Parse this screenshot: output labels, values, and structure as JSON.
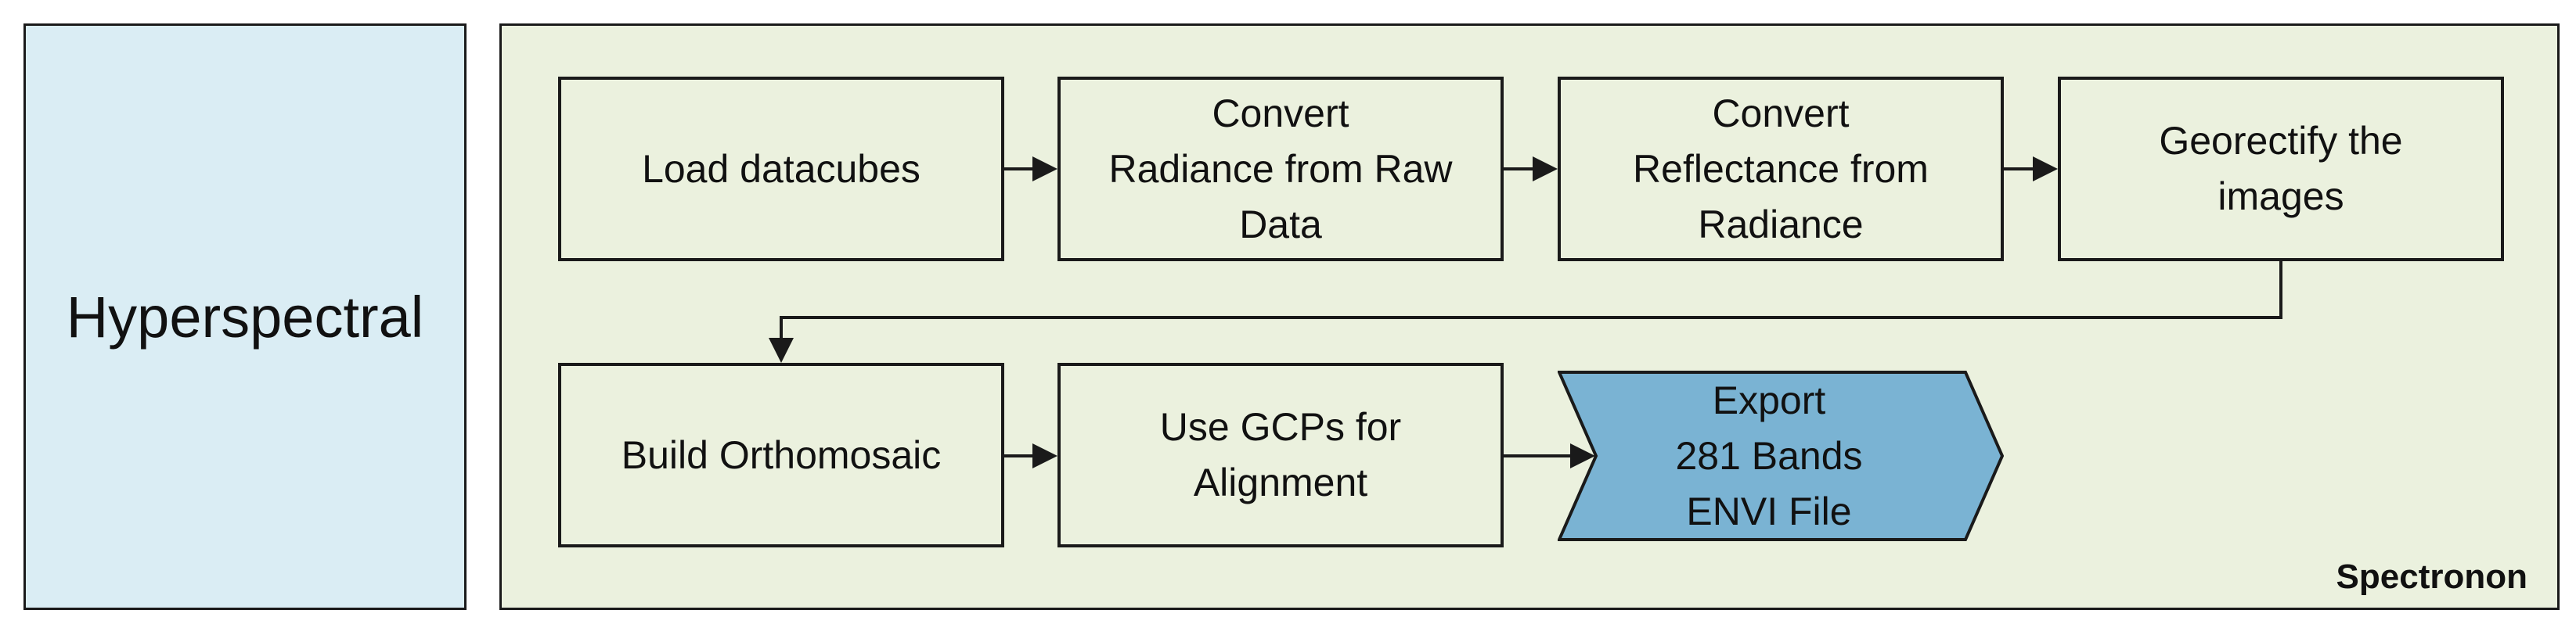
{
  "left_panel": {
    "label": "Hyperspectral"
  },
  "right_panel": {
    "label": "Spectronon"
  },
  "steps": [
    {
      "lines": [
        "Load datacubes"
      ]
    },
    {
      "lines": [
        "Convert",
        "Radiance from Raw",
        "Data"
      ]
    },
    {
      "lines": [
        "Convert",
        "Reflectance from",
        "Radiance"
      ]
    },
    {
      "lines": [
        "Georectify the",
        "images"
      ]
    },
    {
      "lines": [
        "Build Orthomosaic"
      ]
    },
    {
      "lines": [
        "Use GCPs for",
        "Alignment"
      ]
    }
  ],
  "export": {
    "lines": [
      "Export",
      "281 Bands",
      "ENVI File"
    ]
  },
  "colors": {
    "left_fill": "#daedf4",
    "right_fill": "#ebf1de",
    "export_fill": "#7ab3d3",
    "stroke": "#1a1a1a"
  }
}
